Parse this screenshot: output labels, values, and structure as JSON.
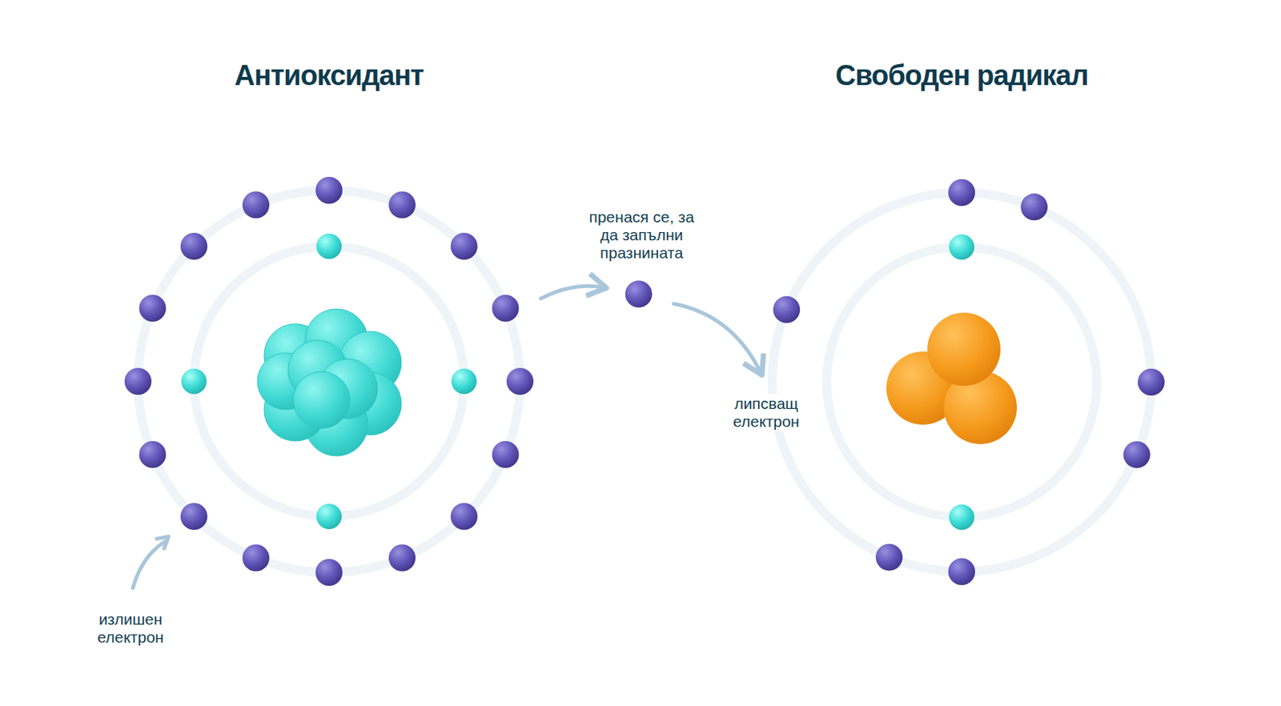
{
  "diagram": {
    "nodes": [
      {
        "text": [
          "Антиоксидант"
        ]
      },
      {
        "text": [
          "Свободен радикал"
        ]
      }
    ],
    "edges": [
      {
        "from": 0,
        "to": 1,
        "arrow": "to",
        "label": "пренася се, за да запълни празнината"
      }
    ],
    "labels": [
      "излишен електрон",
      "липсващ електрон"
    ]
  }
}
